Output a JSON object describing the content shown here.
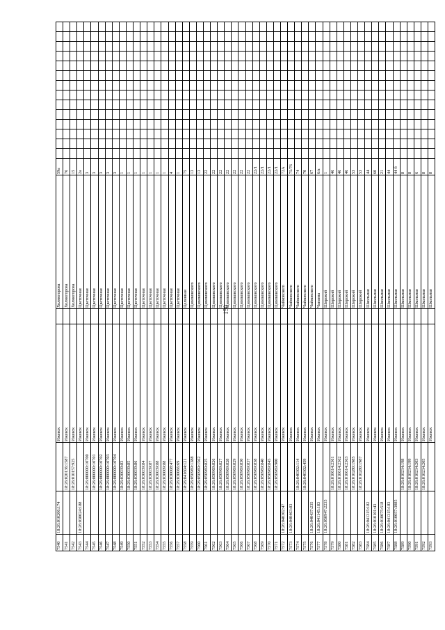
{
  "page_number": "150",
  "rows": [
    [
      "7540",
      "18:26:010206:174",
      "",
      "Ижевск",
      "",
      "Холмогорова",
      "59а"
    ],
    [
      "7541",
      "",
      "18:26:020136:1587",
      "Ижевск",
      "",
      "Холмогорова",
      "76"
    ],
    [
      "7542",
      "",
      "18:26:010157:925",
      "Ижевск",
      "",
      "Холмогорова",
      "15"
    ],
    [
      "7543",
      "18:26:030024:188",
      "",
      "Ижевск",
      "",
      "Цветочная",
      "2а"
    ],
    [
      "7544",
      "",
      "18:26:000000:10700",
      "Ижевск",
      "",
      "Цветочная",
      "3"
    ],
    [
      "7545",
      "",
      "18:26:000000:10701",
      "Ижевск",
      "",
      "Цветочная",
      "3"
    ],
    [
      "7546",
      "",
      "18:26:000000:10702",
      "Ижевск",
      "",
      "Цветочная",
      "3"
    ],
    [
      "7547",
      "",
      "18:26:000000:10703",
      "Ижевск",
      "",
      "Цветочная",
      "3"
    ],
    [
      "7548",
      "",
      "18:26:000000:10704",
      "Ижевск",
      "",
      "Цветочная",
      "3"
    ],
    [
      "7549",
      "",
      "18:26:030039:83",
      "Ижевск",
      "",
      "Цветочная",
      "1"
    ],
    [
      "7550",
      "",
      "18:26:030039:85",
      "Ижевск",
      "",
      "Цветочная",
      "1"
    ],
    [
      "7551",
      "",
      "18:26:030039:86",
      "Ижевск",
      "",
      "Цветочная",
      "1"
    ],
    [
      "7552",
      "",
      "18:26:030039:84",
      "Ижевск",
      "",
      "Цветочная",
      "1"
    ],
    [
      "7553",
      "",
      "18:26:030039:87",
      "Ижевск",
      "",
      "Цветочная",
      "1"
    ],
    [
      "7554",
      "",
      "18:26:030039:88",
      "Ижевск",
      "",
      "Цветочная",
      "1"
    ],
    [
      "7555",
      "",
      "18:26:030009:88",
      "Ижевск",
      "",
      "Цветочная",
      "1"
    ],
    [
      "7556",
      "",
      "18:26:030008:477",
      "Ижевск",
      "",
      "Цветочная",
      "4"
    ],
    [
      "7557",
      "",
      "18:26:030066:69",
      "Ижевск",
      "",
      "Цветочная",
      "1"
    ],
    [
      "7558",
      "",
      "18:26:041604:121",
      "Ижевск",
      "",
      "Целинная",
      "75"
    ],
    [
      "7559",
      "",
      "18:26:050969:1388",
      "Ижевск",
      "",
      "Циолковского",
      "13"
    ],
    [
      "7560",
      "",
      "18:26:050969:1562",
      "Ижевск",
      "",
      "Циолковского",
      "13"
    ],
    [
      "7561",
      "",
      "18:26:050969:825",
      "Ижевск",
      "",
      "Циолковского",
      "22"
    ],
    [
      "7562",
      "",
      "18:26:050969:826",
      "Ижевск",
      "",
      "Циолковского",
      "22"
    ],
    [
      "7563",
      "",
      "18:26:050969:827",
      "Ижевск",
      "",
      "Циолковского",
      "22"
    ],
    [
      "7564",
      "",
      "18:26:050969:828",
      "Ижевск",
      "",
      "Циолковского",
      "22"
    ],
    [
      "7565",
      "",
      "18:26:050969:829",
      "Ижевск",
      "",
      "Циолковского",
      "22"
    ],
    [
      "7566",
      "",
      "18:26:050969:830",
      "Ижевск",
      "",
      "Циолковского",
      "22"
    ],
    [
      "7567",
      "",
      "18:26:050969:837",
      "Ижевск",
      "",
      "Циолковского",
      "22"
    ],
    [
      "7568",
      "",
      "18:26:050969:838",
      "Ижевск",
      "",
      "Циолковского",
      "22/1"
    ],
    [
      "7569",
      "",
      "18:26:050969:840",
      "Ижевск",
      "",
      "Циолковского",
      "22/1"
    ],
    [
      "7570",
      "",
      "18:26:050969:845",
      "Ижевск",
      "",
      "Циолковского",
      "22/1"
    ],
    [
      "7571",
      "",
      "18:26:050969:900",
      "Ижевск",
      "",
      "Циолковского",
      "22/1"
    ],
    [
      "7572",
      "18:26:040302:47",
      "",
      "Ижевск",
      "",
      "Чайковского",
      "72А"
    ],
    [
      "7573",
      "18:26:040463:83",
      "",
      "Ижевск",
      "",
      "Чайковского",
      "75/76"
    ],
    [
      "7574",
      "",
      "18:26:040302:114",
      "Ижевск",
      "",
      "Чайковского",
      "74"
    ],
    [
      "7575",
      "",
      "18:26:040302:459",
      "Ижевск",
      "",
      "Чайковского",
      "70"
    ],
    [
      "7576",
      "18:26:040437:235",
      "",
      "Ижевск",
      "",
      "Чайковского",
      "67"
    ],
    [
      "7577",
      "18:26:041145:183",
      "",
      "Ижевск",
      "",
      "Чапаева",
      "6/а"
    ],
    [
      "7578",
      "18:26:050947:2235",
      "",
      "Ижевск",
      "",
      "Широкий",
      "1"
    ],
    [
      "7579",
      "",
      "18:26:010614:2361",
      "Ижевск",
      "",
      "Широкий",
      "46"
    ],
    [
      "7580",
      "",
      "18:26:010614:2362",
      "Ижевск",
      "",
      "Широкий",
      "46"
    ],
    [
      "7581",
      "",
      "18:26:010614:2363",
      "Ижевск",
      "",
      "Широкий",
      "46"
    ],
    [
      "7582",
      "",
      "18:26:010280:1985",
      "Ижевск",
      "",
      "Широкий",
      "53"
    ],
    [
      "7583",
      "",
      "18:26:010280:1987",
      "Ижевск",
      "",
      "Широкий",
      "53"
    ],
    [
      "7584",
      "18:26:041315:182",
      "",
      "Ижевск",
      "",
      "Школьная",
      "44"
    ],
    [
      "7585",
      "18:26:010101:43",
      "",
      "Ижевск",
      "",
      "Школьная",
      "60"
    ],
    [
      "7586",
      "18:26:010075:518",
      "",
      "Ижевск",
      "",
      "Школьная",
      "21"
    ],
    [
      "7587",
      "18:26:041315:183",
      "",
      "Ижевск",
      "",
      "Школьная",
      "44"
    ],
    [
      "7588",
      "18:26:010057:3085",
      "",
      "Ижевск",
      "",
      "Школьная",
      "44 б"
    ],
    [
      "7589",
      "",
      "18:26:010234:198",
      "Ижевск",
      "",
      "Школьная",
      "8"
    ],
    [
      "7590",
      "",
      "18:26:010234:199",
      "Ижевск",
      "",
      "Школьная",
      "8"
    ],
    [
      "7591",
      "",
      "18:26:010234:203",
      "Ижевск",
      "",
      "Школьная",
      "6"
    ],
    [
      "7592",
      "",
      "18:26:010234:205",
      "Ижевск",
      "",
      "Школьная",
      "8"
    ],
    [
      "7593",
      "",
      "",
      "Ижевск",
      "",
      "Школьная",
      "8"
    ]
  ]
}
